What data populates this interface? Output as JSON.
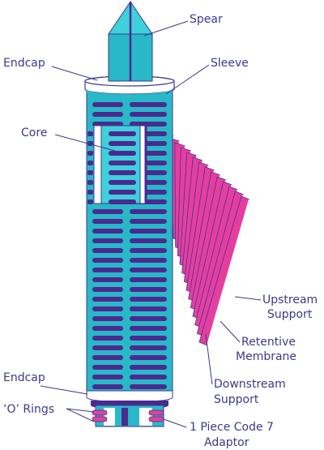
{
  "labels": {
    "spear": "Spear",
    "endcap_top": "Endcap",
    "sleeve": "Sleeve",
    "core": "Core",
    "upstream": [
      "Upstream",
      "Support"
    ],
    "retentive": [
      "Retentive",
      "Membrane"
    ],
    "downstream": [
      "Downstream",
      "Support"
    ],
    "endcap_bottom": "Endcap",
    "o_rings": "‘O’ Rings",
    "adaptor": [
      "1 Piece Code 7",
      "Adaptor"
    ]
  },
  "colors": {
    "cyan": "#29b8c8",
    "cyan_light": "#3fd0dc",
    "navy": "#4b2a8f",
    "magenta": "#e63ea0",
    "outline": "#3a3a8c"
  }
}
